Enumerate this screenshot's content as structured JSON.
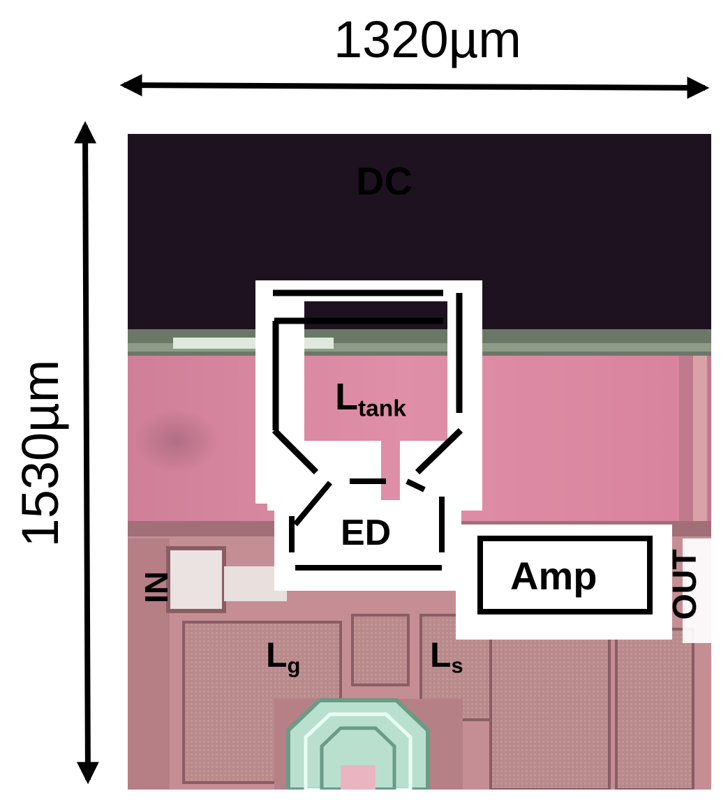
{
  "dimensions": {
    "width": "1320µm",
    "height": "1530µm"
  },
  "labels": {
    "dc": "DC",
    "ltank_main": "L",
    "ltank_sub": "tank",
    "ed": "ED",
    "amp": "Amp",
    "lg_main": "L",
    "lg_sub": "g",
    "ls_main": "L",
    "ls_sub": "s",
    "in": "IN",
    "out": "OUT"
  },
  "colors": {
    "background_dark": "#1e1220",
    "chip_pink": "#d9849f",
    "pad_metal": "#b9848a",
    "outline": "#ffffff",
    "annotation": "#000000"
  }
}
